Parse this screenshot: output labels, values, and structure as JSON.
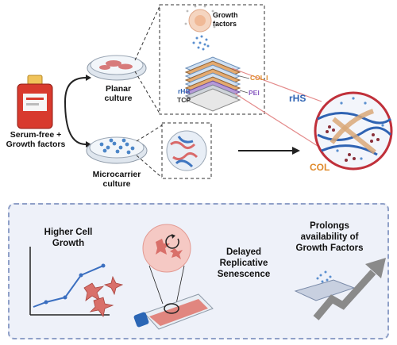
{
  "top": {
    "source_label": "Serum-free +\nGrowth factors",
    "planar_label": "Planar\nculture",
    "microcarrier_label": "Microcarrier\nculture",
    "growth_factors_label": "Growth\nfactors",
    "layers": {
      "col": "COL I",
      "rhs": "rHS",
      "tcp": "TCP",
      "pei": "PEI"
    },
    "matrix": {
      "rhs": "rHS",
      "col": "COL"
    }
  },
  "bottom": {
    "cell_growth_title": "Higher Cell\nGrowth",
    "senescence_title": "Delayed\nReplicative\nSenescence",
    "availability_title": "Prolongs\navailability of\nGrowth Factors"
  },
  "colors": {
    "panel_bg": "#eef1f9",
    "panel_border": "#8fa0c8",
    "rhs_blue": "#2f63b3",
    "col_orange": "#e08a2b",
    "pei_purple": "#8a5cc2",
    "cell_red": "#d96a6a",
    "bottle_red": "#d83a2e"
  }
}
